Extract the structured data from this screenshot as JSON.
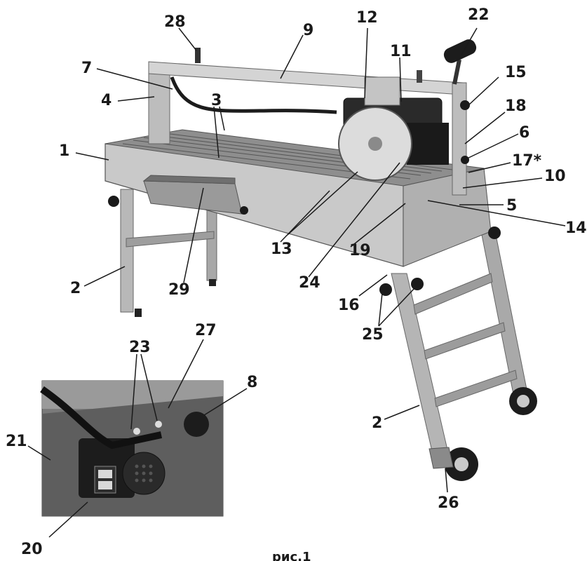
{
  "caption": "рис.1",
  "callouts": {
    "c1": "1",
    "c2a": "2",
    "c2b": "2",
    "c3": "3",
    "c4": "4",
    "c5": "5",
    "c6": "6",
    "c7": "7",
    "c8": "8",
    "c9": "9",
    "c10": "10",
    "c11": "11",
    "c12": "12",
    "c13": "13",
    "c14": "14",
    "c15": "15",
    "c16": "16",
    "c17": "17*",
    "c18": "18",
    "c19": "19",
    "c20": "20",
    "c21": "21",
    "c22": "22",
    "c23": "23",
    "c24": "24",
    "c25": "25",
    "c26": "26",
    "c27": "27",
    "c28": "28",
    "c29": "29"
  },
  "colors": {
    "metal_light": "#d8d8d8",
    "metal_mid": "#a9a9a9",
    "metal_dark": "#6e6e6e",
    "rubber": "#1c1c1c",
    "line": "#1a1a1a"
  }
}
